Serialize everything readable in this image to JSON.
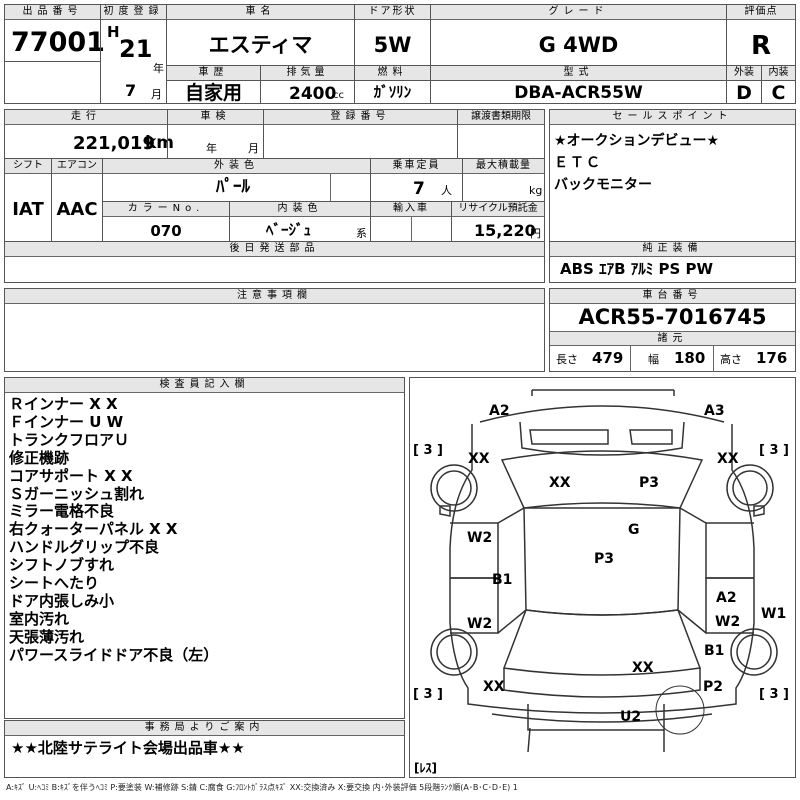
{
  "listing": {
    "no_label": "出品番号",
    "no_value": "77001",
    "first_reg_label": "初度登録",
    "era": "H",
    "year": "21",
    "year_unit": "年",
    "month": "7",
    "month_unit": "月",
    "car_name_label": "車名",
    "car_name": "エスティマ",
    "history_label": "車歴",
    "history": "自家用",
    "door_label": "ドア形状",
    "door": "5W",
    "disp_label": "排気量",
    "disp": "2400",
    "disp_unit": "cc",
    "fuel_label": "燃料",
    "fuel": "ｶﾞｿﾘﾝ",
    "grade_label": "グレード",
    "grade": "G 4WD",
    "model_label": "型式",
    "model": "DBA-ACR55W",
    "score_label": "評価点",
    "score": "R",
    "ext_label": "外装",
    "ext": "D",
    "int_label": "内装",
    "int": "C"
  },
  "mid": {
    "mileage_label": "走行",
    "mileage": "221,019",
    "mileage_unit": "km",
    "inspection_label": "車検",
    "insp_year_unit": "年",
    "insp_month_unit": "月",
    "regno_label": "登録番号",
    "transfer_label": "譲渡書類期限",
    "shift_label": "シフト",
    "shift": "IAT",
    "ac_label": "エアコン",
    "ac": "AAC",
    "color_label": "外装色",
    "color": "ﾊﾟｰﾙ",
    "capacity_label": "乗車定員",
    "capacity": "7",
    "capacity_unit": "人",
    "maxload_label": "最大積載量",
    "maxload_unit": "kg",
    "colorno_label": "カラーNo.",
    "colorno": "070",
    "interior_label": "内装色",
    "interior": "ﾍﾞｰｼﾞｭ",
    "interior_unit": "系",
    "import_label": "輸入車",
    "recycle_label": "リサイクル預託金",
    "recycle": "15,220",
    "recycle_unit": "円",
    "later_parts_label": "後日発送部品",
    "notes_label": "注意事項欄"
  },
  "sales": {
    "label": "セールスポイント",
    "lines": [
      "★オークションデビュー★",
      "ＥＴＣ",
      "バックモニター"
    ]
  },
  "equipment": {
    "label": "純正装備",
    "value": "ABS ｴｱB ｱﾙﾐ PS PW"
  },
  "chassis": {
    "label": "車台番号",
    "value": "ACR55-7016745",
    "dims_label": "諸元",
    "length_label": "長さ",
    "length": "479",
    "width_label": "幅",
    "width": "180",
    "height_label": "高さ",
    "height": "176"
  },
  "inspector": {
    "label": "検査員記入欄",
    "lines": [
      "Ｒインナー X X",
      "Ｆインナー U W",
      "トランクフロアＵ",
      "修正機跡",
      "コアサポート X X",
      "Ｓガーニッシュ割れ",
      "ミラー電格不良",
      "右クォーターパネル X X",
      "ハンドルグリップ不良",
      "シフトノブすれ",
      "シートへたり",
      "ドア内張しみ小",
      "室内汚れ",
      "天張薄汚れ",
      "パワースライドドア不良（左）"
    ]
  },
  "office": {
    "label": "事務局よりご案内",
    "value": "★★北陸サテライト会場出品車★★"
  },
  "diagram": {
    "bracket_fl": "[ 3 ]",
    "bracket_fr": "[ 3 ]",
    "bracket_rl": "[ 3 ]",
    "bracket_rr": "[ 3 ]",
    "tire_note": "[ﾚｽ]",
    "marks": [
      "A2",
      "A3",
      "XX",
      "XX",
      "XX",
      "P3",
      "G",
      "W2",
      "P3",
      "B1",
      "W2",
      "A2",
      "W2",
      "W1",
      "B1",
      "XX",
      "XX",
      "P2",
      "U2"
    ]
  },
  "legend": "A:ｷｽﾞ U:ﾍｺﾐ B:ｷｽﾞを伴うﾍｺﾐ P:要塗装 W:補修跡 S:錆 C:腐食 G:ﾌﾛﾝﾄｶﾞﾗｽ点ｷｽﾞ XX:交換済み X:要交換 内･外装評価 5段階ﾗﾝｸ順(A･B･C･D･E) 1"
}
